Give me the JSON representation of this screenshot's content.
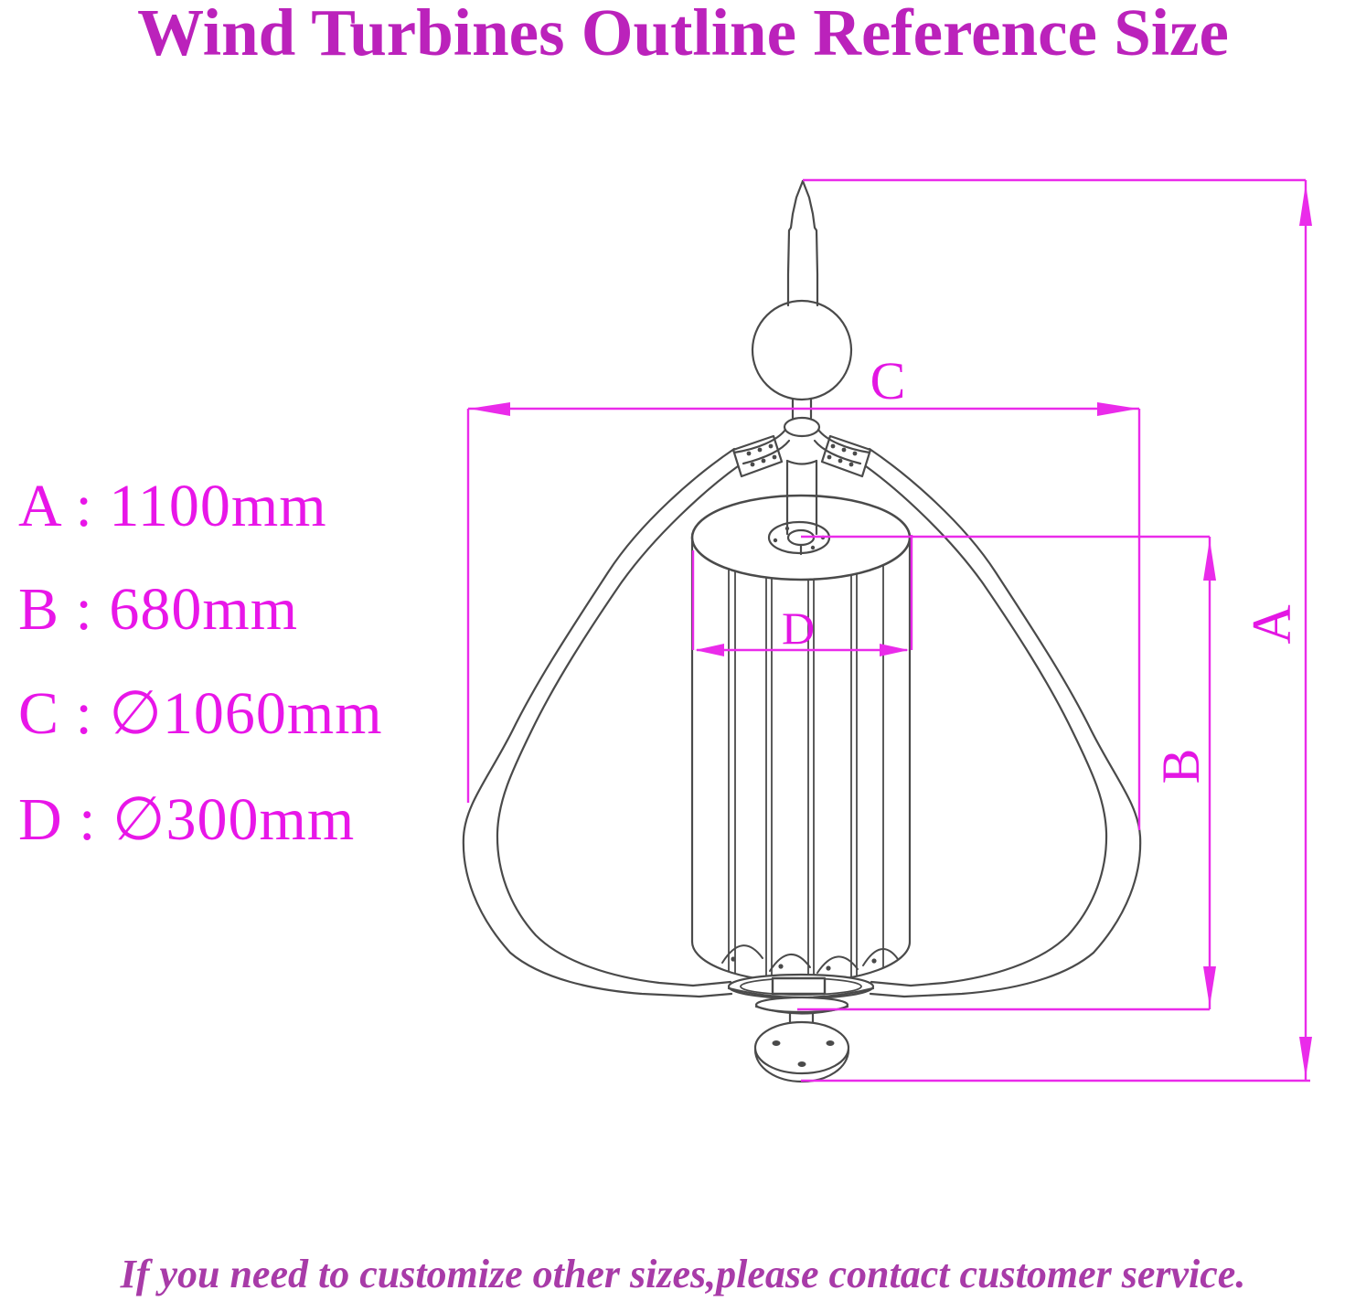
{
  "title": "Wind Turbines Outline Reference Size",
  "dimensions": {
    "items": [
      {
        "letter": "A",
        "value": "1100mm",
        "text": "A : 1100mm"
      },
      {
        "letter": "B",
        "value": "680mm",
        "text": "B : 680mm"
      },
      {
        "letter": "C",
        "value": "∅1060mm",
        "text": "C : ∅1060mm"
      },
      {
        "letter": "D",
        "value": "∅300mm",
        "text": "D : ∅300mm"
      }
    ]
  },
  "diagram": {
    "type": "technical outline drawing of vertical-axis lantern wind turbine",
    "labels": {
      "a": "A",
      "b": "B",
      "c": "C",
      "d": "D"
    }
  },
  "footer": {
    "note": "If you need to customize other sizes,please contact customer service."
  },
  "colors": {
    "title_text": "#BB22BB",
    "label_text": "#E816E8",
    "dimension_line": "#EA2BEA",
    "footer_text": "#A83BA8",
    "drawing_line": "#4A4A4A",
    "background": "#FFFFFF"
  }
}
